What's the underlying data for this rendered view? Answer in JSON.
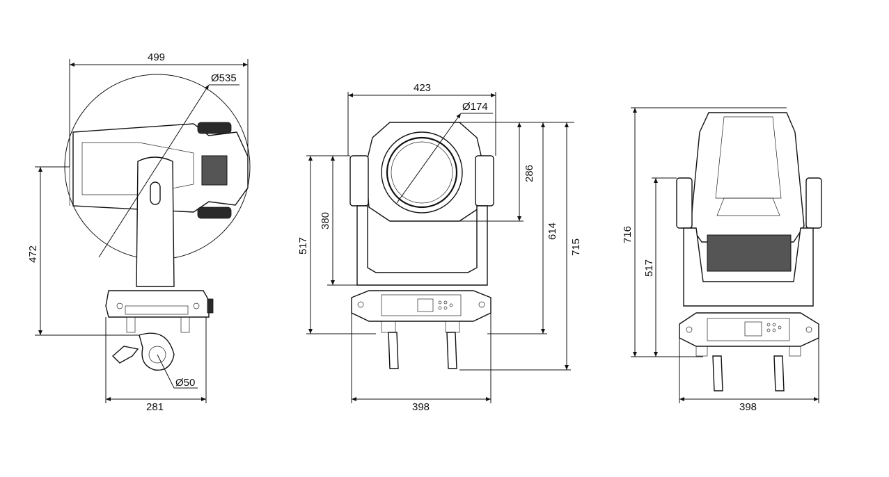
{
  "dimensions": {
    "side_width": "499",
    "side_swing_diameter": "Ø535",
    "side_height": "472",
    "side_base_width": "281",
    "clamp_diameter": "Ø50",
    "front_width": "423",
    "lens_diameter": "Ø174",
    "head_height": "286",
    "yoke_height": "380",
    "front_height_517": "517",
    "front_height_614": "614",
    "front_height_715": "715",
    "front_base_width": "398",
    "back_height_716": "716",
    "back_height_517": "517",
    "back_base_width": "398"
  },
  "colors": {
    "line": "#111111",
    "background": "#ffffff"
  }
}
